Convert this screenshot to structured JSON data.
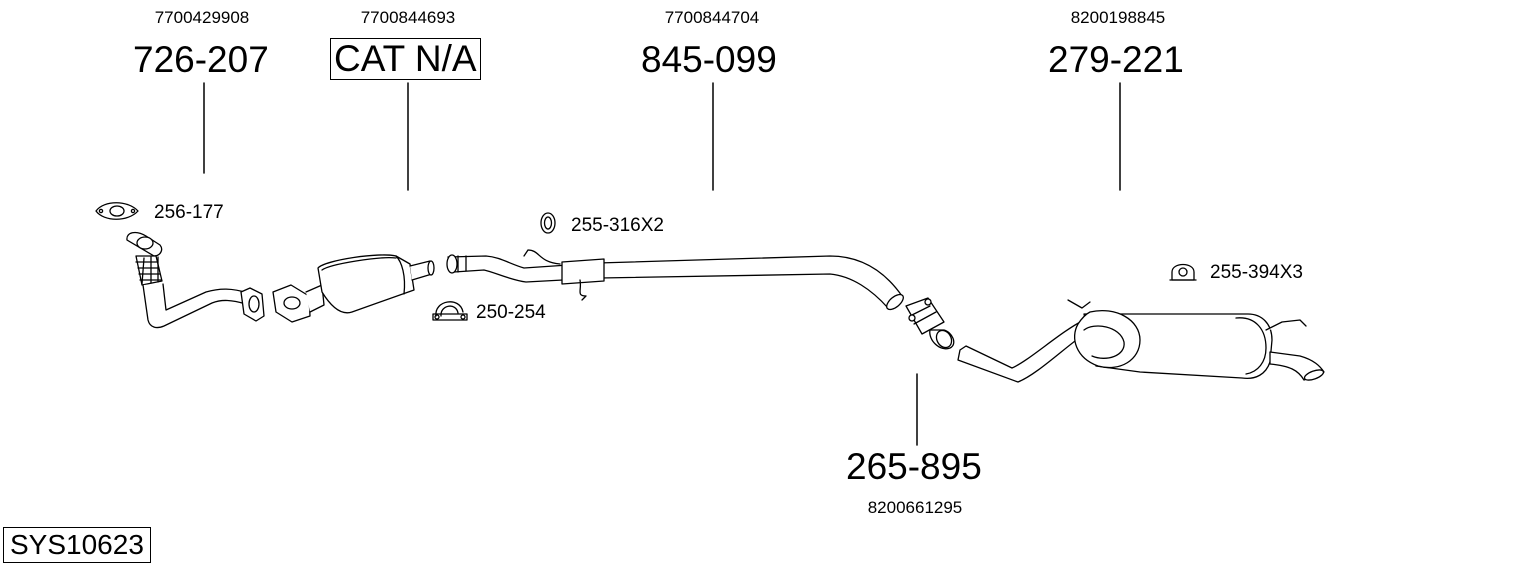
{
  "system_id": "SYS10623",
  "parts": [
    {
      "oem": "7700429908",
      "code": "726-207"
    },
    {
      "oem": "7700844693",
      "code": "CAT N/A"
    },
    {
      "oem": "7700844704",
      "code": "845-099"
    },
    {
      "oem": "8200198845",
      "code": "279-221"
    },
    {
      "oem": "8200661295",
      "code": "265-895"
    }
  ],
  "accessories": [
    {
      "code": "256-177",
      "icon": "gasket-icon"
    },
    {
      "code": "255-316X2",
      "icon": "ring-icon"
    },
    {
      "code": "250-254",
      "icon": "clamp-icon"
    },
    {
      "code": "255-394X3",
      "icon": "rubber-hanger-icon"
    }
  ]
}
